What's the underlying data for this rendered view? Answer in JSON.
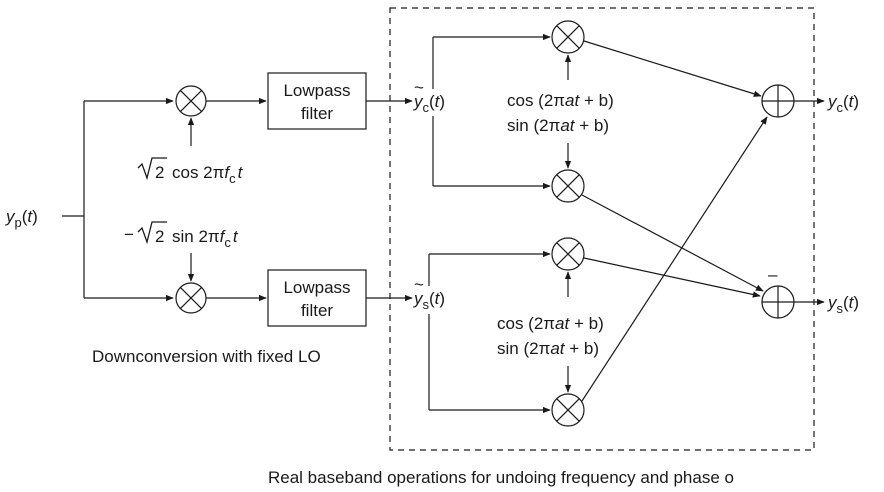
{
  "input_signal": {
    "main": "y",
    "sub": "p",
    "arg_open": "(",
    "arg": "t",
    "arg_close": ")"
  },
  "filters": {
    "top": [
      "Lowpass",
      "filter"
    ],
    "bottom": [
      "Lowpass",
      "filter"
    ]
  },
  "lo_top": {
    "root": "√",
    "two": "2",
    "cos": "cos 2π",
    "f": "f",
    "sub": "c",
    "t": "t"
  },
  "lo_bottom": {
    "minus": "−",
    "root": "√",
    "two": "2",
    "sin": "sin 2π",
    "f": "f",
    "sub": "c",
    "t": "t"
  },
  "branch_top": {
    "tilde": "~",
    "main": "y",
    "sub": "c",
    "arg_open": "(",
    "arg": "t",
    "arg_close": ")"
  },
  "branch_bottom": {
    "tilde": "~",
    "main": "y",
    "sub": "s",
    "arg_open": "(",
    "arg": "t",
    "arg_close": ")"
  },
  "rot_top": {
    "cos": "cos (2π",
    "a": "a",
    "t": "t",
    "rest": " + b)",
    "sin": "sin (2π"
  },
  "rot_bottom": {
    "cos": "cos (2π",
    "a": "a",
    "t": "t",
    "rest": " + b)",
    "sin": "sin (2π"
  },
  "out_top": {
    "main": "y",
    "sub": "c",
    "arg_open": "(",
    "arg": "t",
    "arg_close": ")"
  },
  "out_bottom": {
    "main": "y",
    "sub": "s",
    "arg_open": "(",
    "arg": "t",
    "arg_close": ")"
  },
  "minus_sign": "–",
  "caption_left": "Downconversion with fixed LO",
  "caption_bottom": "Real baseband operations for undoing frequency and phase o"
}
